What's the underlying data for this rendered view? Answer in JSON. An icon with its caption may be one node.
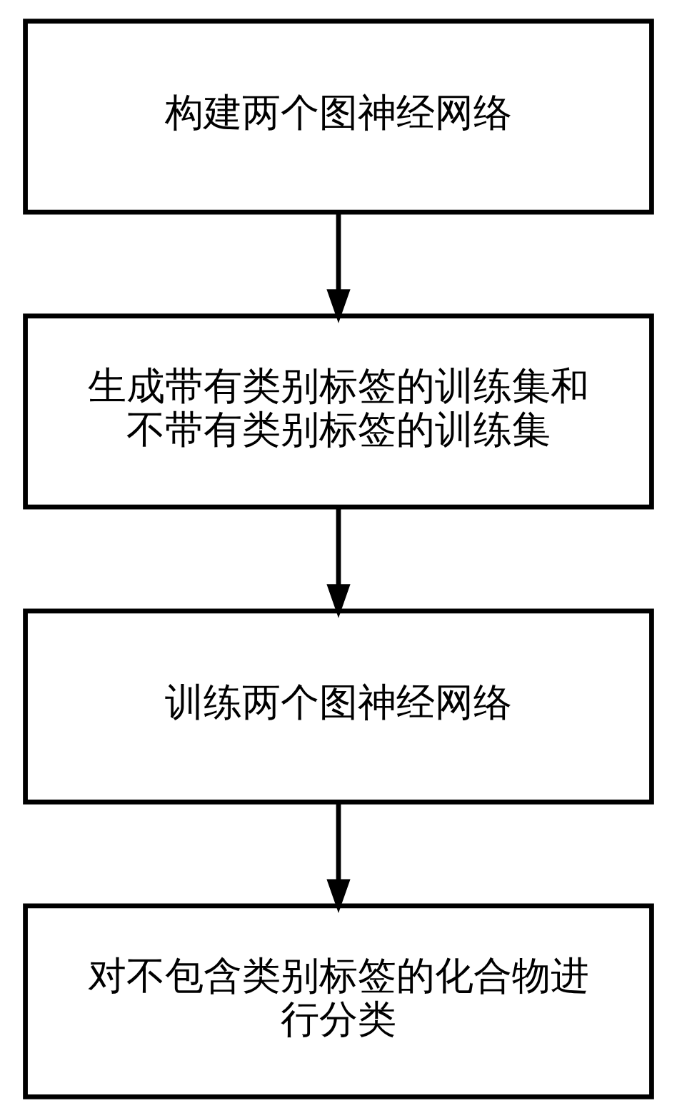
{
  "diagram": {
    "nodes": [
      {
        "text": [
          "构建两个图神经网络"
        ]
      },
      {
        "text": [
          "生成带有类别标签的训练集和不带有类别标签的训练集"
        ]
      },
      {
        "text": [
          "训练两个图神经网络"
        ]
      },
      {
        "text": [
          "对不包含类别标签的化合物进行分类"
        ]
      }
    ],
    "edges": [
      {
        "from": 0,
        "to": 1,
        "arrow": "to"
      },
      {
        "from": 1,
        "to": 2,
        "arrow": "to"
      },
      {
        "from": 2,
        "to": 3,
        "arrow": "to"
      }
    ]
  }
}
